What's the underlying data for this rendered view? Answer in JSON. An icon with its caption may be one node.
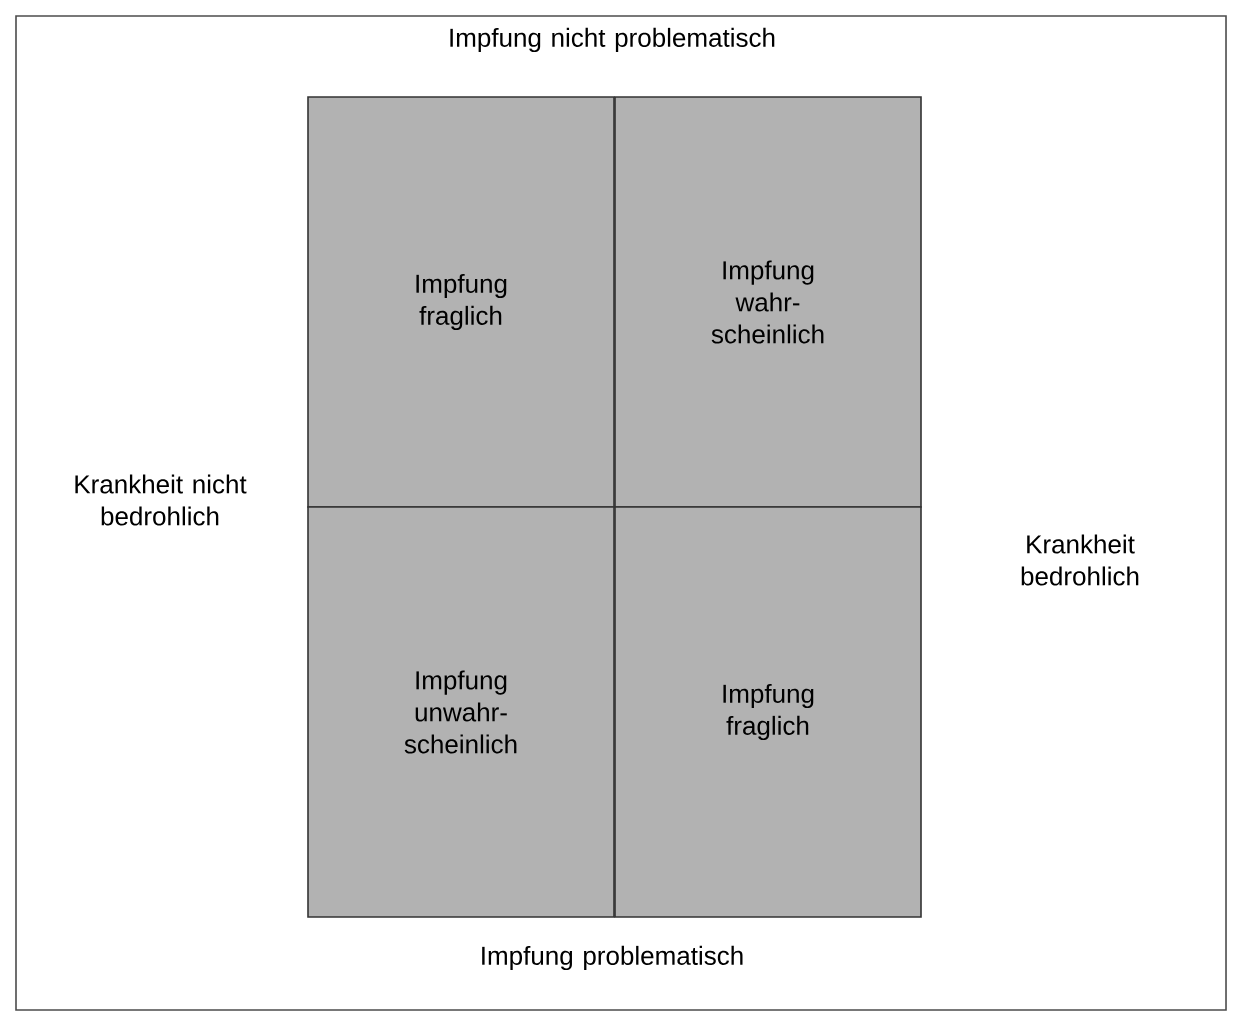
{
  "diagram": {
    "nodes": [
      {
        "text": [
          "Impfung fraglich"
        ]
      },
      {
        "text": [
          "Impfung wahr-scheinlich"
        ]
      },
      {
        "text": [
          "Impfung unwahr-scheinlich"
        ]
      },
      {
        "text": [
          "Impfung fraglich"
        ]
      }
    ],
    "labels": [
      "Impfung nicht problematisch",
      "Krankheit nicht bedrohlich",
      "Krankheit bedrohlich",
      "Impfung problematisch"
    ]
  }
}
